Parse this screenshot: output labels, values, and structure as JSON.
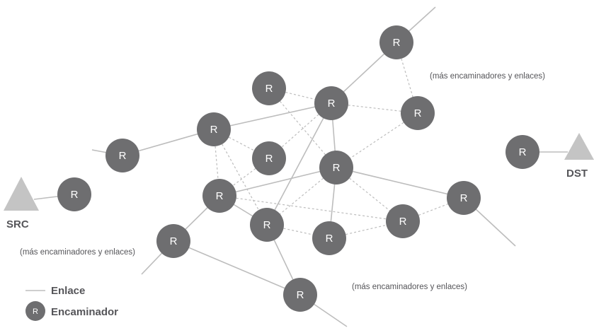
{
  "router_label": "R",
  "hosts": {
    "source": "SRC",
    "destination": "DST"
  },
  "notes": [
    "(más encaminadores y enlaces)",
    "(más encaminadores y enlaces)",
    "(más encaminadores y enlaces)"
  ],
  "legend": {
    "link_label": "Enlace",
    "router_label": "Encaminador",
    "router_symbol": "R"
  },
  "colors": {
    "router": "#6e6e70",
    "link": "#bdbdbd",
    "host": "#c4c4c4",
    "text": "#555559"
  }
}
